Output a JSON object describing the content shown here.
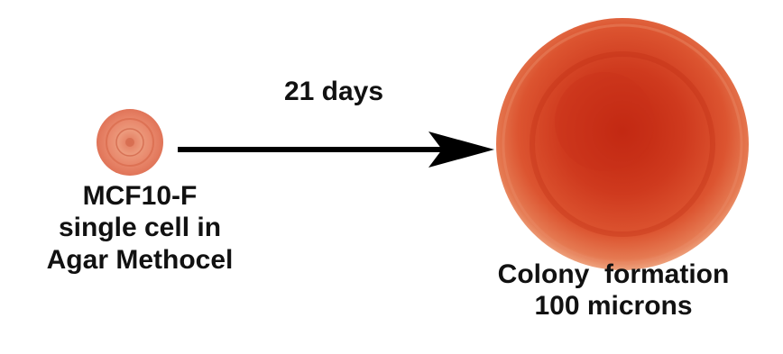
{
  "diagram": {
    "arrow_label": "21 days",
    "single_cell": {
      "caption_lines": [
        "MCF10-F",
        "single cell in",
        "Agar Methocel"
      ]
    },
    "colony": {
      "caption_lines": [
        "Colony  formation",
        "100 microns"
      ]
    },
    "colors": {
      "cell_fill": "#e8866a",
      "cell_ring": "#d86a4c",
      "colony_center": "#c22a14",
      "colony_mid": "#d84a2a",
      "colony_edge": "#e88a66",
      "arrow": "#000000",
      "text": "#111111"
    }
  }
}
